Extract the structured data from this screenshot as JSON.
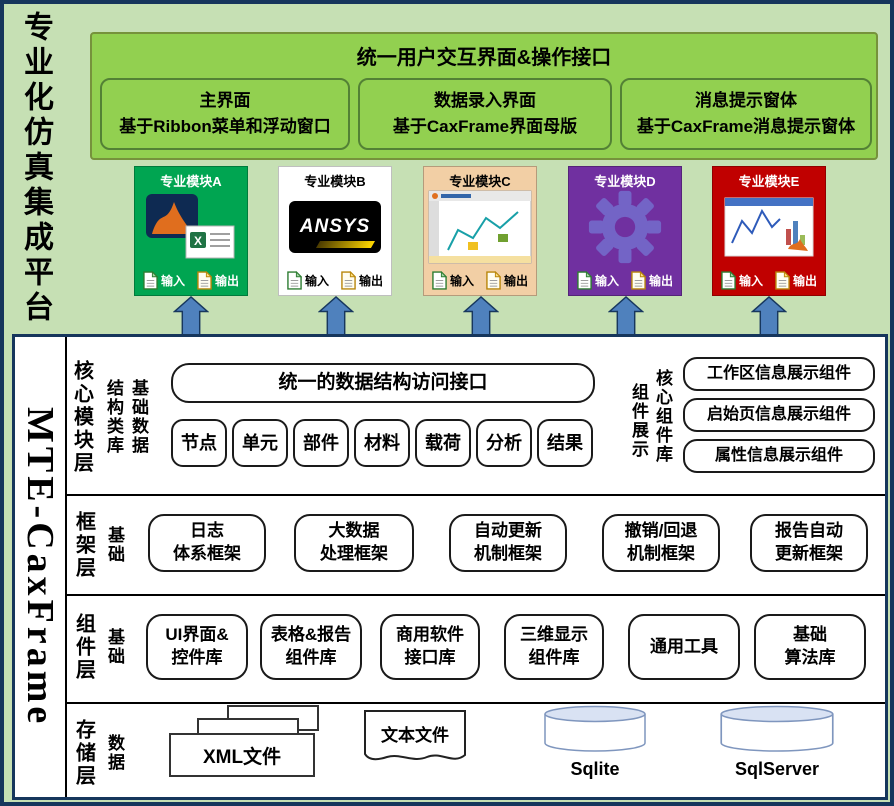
{
  "platform_title": "专业化仿真集成平台",
  "colors": {
    "canvas_bg": "#C6E0B4",
    "panel_border": "#16365C",
    "top_box_green": "#92D050",
    "arrow_blue": "#4F81BD",
    "module_a_bg": "#00A551",
    "module_b_bg": "#FFFFFF",
    "module_c_bg": "#F2CFA5",
    "module_d_bg": "#7030A0",
    "module_e_bg": "#C00000"
  },
  "ui_panel": {
    "title": "统一用户交互界面&操作接口",
    "boxes": [
      {
        "line1": "主界面",
        "line2": "基于Ribbon菜单和浮动窗口"
      },
      {
        "line1": "数据录入界面",
        "line2": "基于CaxFrame界面母版"
      },
      {
        "line1": "消息提示窗体",
        "line2": "基于CaxFrame消息提示窗体"
      }
    ]
  },
  "modules": [
    {
      "label": "专业模块A"
    },
    {
      "label": "专业模块B",
      "logo_text": "ANSYS"
    },
    {
      "label": "专业模块C"
    },
    {
      "label": "专业模块D"
    },
    {
      "label": "专业模块E"
    }
  ],
  "io": {
    "input": "输入",
    "output": "输出"
  },
  "framework": {
    "title": "MTE-CaxFrame",
    "core_layer": {
      "name": "核心模块层",
      "data_group_label_left": "结构类库",
      "data_group_label_right": "基础数据",
      "interface_box": "统一的数据结构访问接口",
      "data_items": [
        "节点",
        "单元",
        "部件",
        "材料",
        "载荷",
        "分析",
        "结果"
      ],
      "component_group_label_left": "组件展示",
      "component_group_label_right": "核心组件库",
      "component_items": [
        "工作区信息展示组件",
        "启始页信息展示组件",
        "属性信息展示组件"
      ]
    },
    "frame_layer": {
      "name": "框架层",
      "qualifier": "基础",
      "items": [
        {
          "line1": "日志",
          "line2": "体系框架"
        },
        {
          "line1": "大数据",
          "line2": "处理框架"
        },
        {
          "line1": "自动更新",
          "line2": "机制框架"
        },
        {
          "line1": "撤销/回退",
          "line2": "机制框架"
        },
        {
          "line1": "报告自动",
          "line2": "更新框架"
        }
      ]
    },
    "component_layer": {
      "name": "组件层",
      "qualifier": "基础",
      "items": [
        {
          "line1": "UI界面&",
          "line2": "控件库"
        },
        {
          "line1": "表格&报告",
          "line2": "组件库"
        },
        {
          "line1": "商用软件",
          "line2": "接口库"
        },
        {
          "line1": "三维显示",
          "line2": "组件库"
        },
        {
          "line1": "通用工具",
          "line2": ""
        },
        {
          "line1": "基础",
          "line2": "算法库"
        }
      ]
    },
    "storage_layer": {
      "name": "存储层",
      "qualifier": "数据",
      "items": [
        "XML文件",
        "文本文件",
        "Sqlite",
        "SqlServer"
      ]
    }
  }
}
